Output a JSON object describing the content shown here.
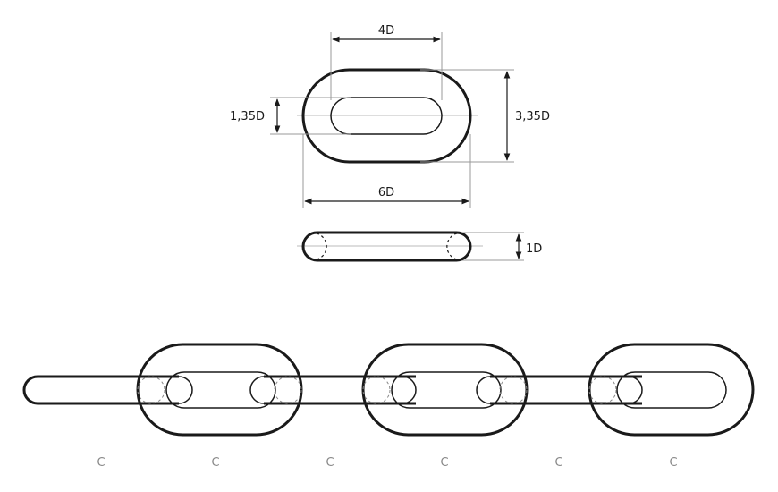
{
  "dimensions": {
    "inner_length": "4D",
    "inner_width": "1,35D",
    "outer_width": "3,35D",
    "outer_length": "6D",
    "thickness": "1D"
  },
  "pitch_labels": [
    "C",
    "C",
    "C",
    "C",
    "C",
    "C"
  ],
  "colors": {
    "stroke": "#1a1a1a",
    "guide": "#999999",
    "pitch_text": "#888888"
  }
}
